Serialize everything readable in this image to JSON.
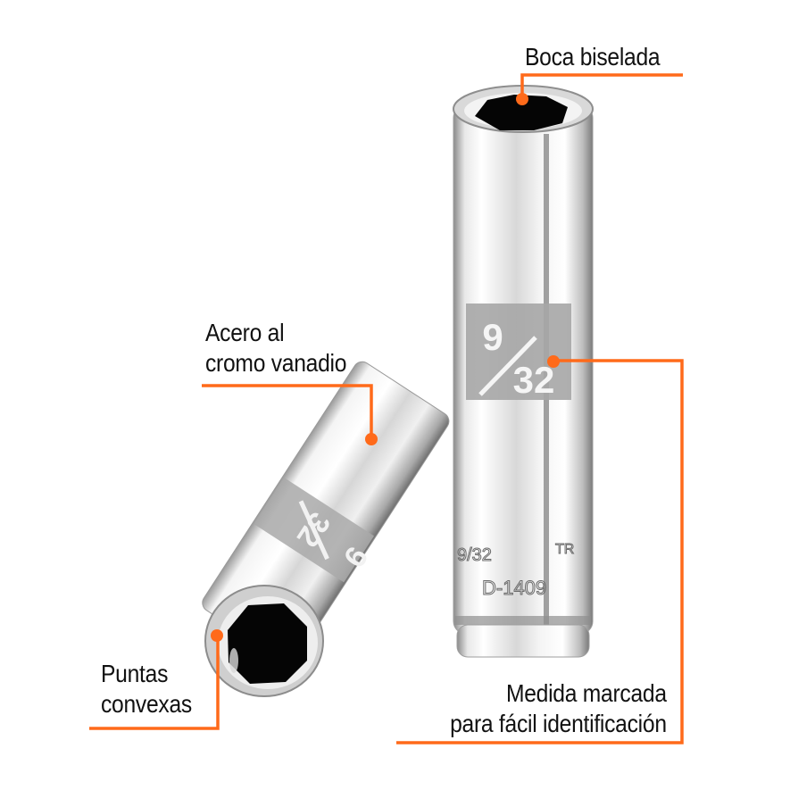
{
  "accent_color": "#ff6a1a",
  "product": {
    "size_marking": {
      "numerator": "9",
      "denominator": "32"
    },
    "engraving": {
      "line1": "9/32",
      "brand": "TR",
      "line2": "D-1409"
    }
  },
  "callouts": [
    {
      "id": "boca",
      "lines": [
        "Boca biselada"
      ]
    },
    {
      "id": "acero",
      "lines": [
        "Acero al",
        "cromo vanadio"
      ]
    },
    {
      "id": "puntas",
      "lines": [
        "Puntas",
        "convexas"
      ]
    },
    {
      "id": "medida",
      "lines": [
        "Medida marcada",
        "para fácil identificación"
      ]
    }
  ]
}
